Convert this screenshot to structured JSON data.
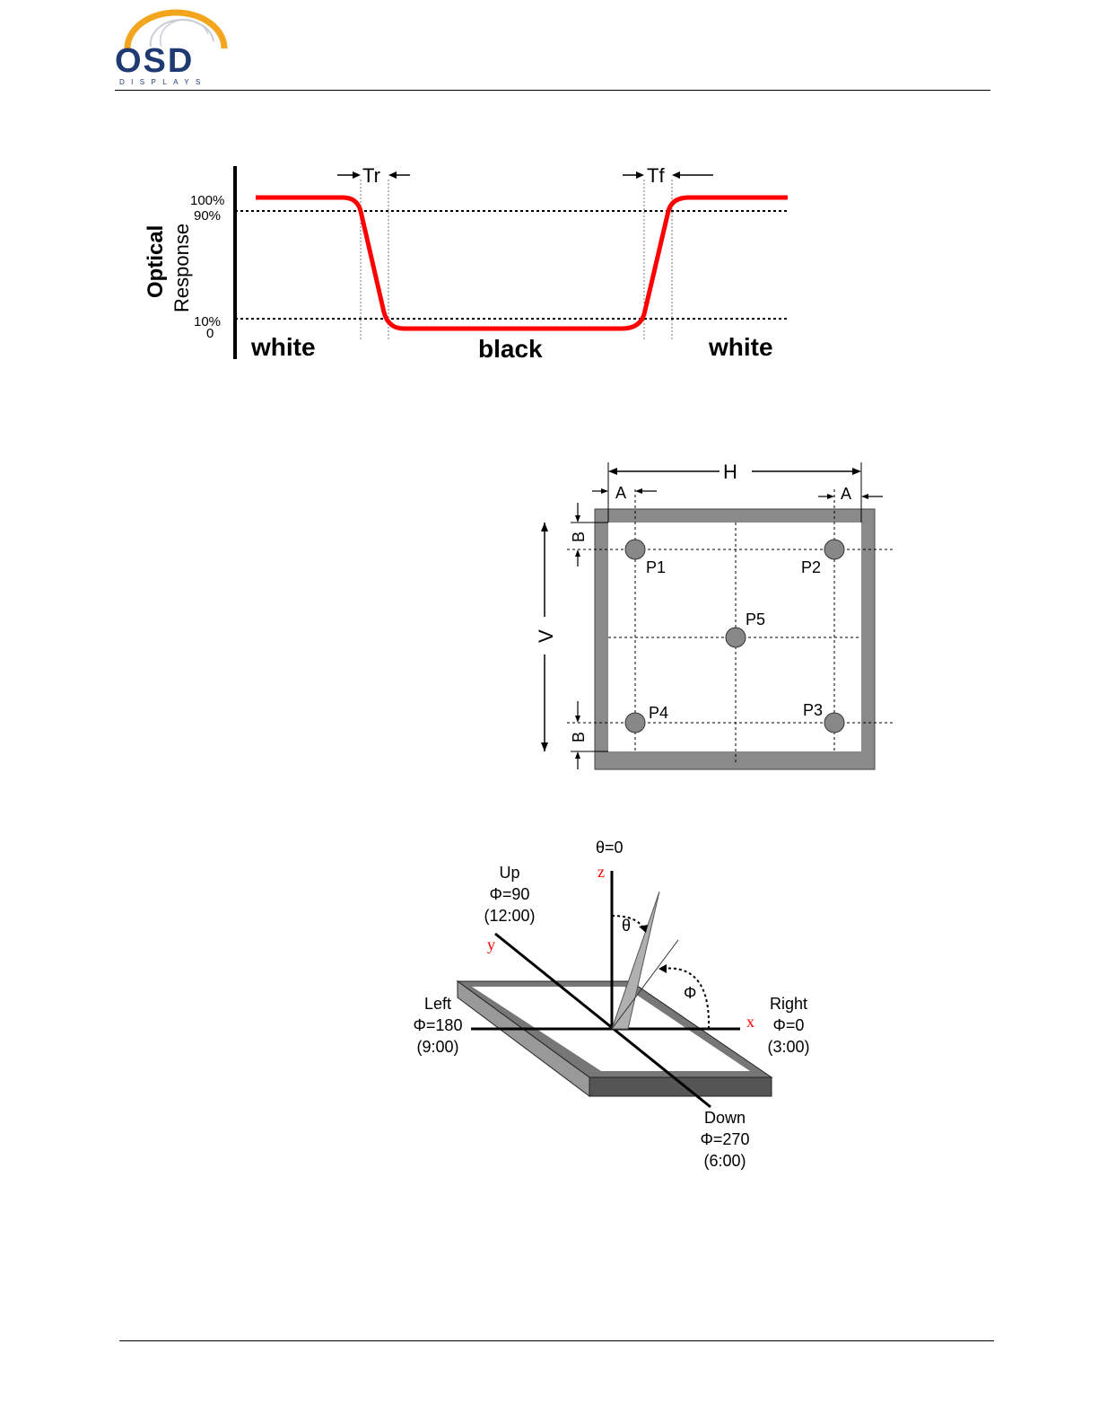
{
  "header": {
    "logo_main": "OSD",
    "logo_sub": "DISPLAYS",
    "logo_colors": {
      "text": "#1f3a73",
      "arc": "#f2a51d"
    }
  },
  "response_time_diagram": {
    "ylabel_line1": "Optical",
    "ylabel_line2": "Response",
    "tick_100": "100%",
    "tick_90": "90%",
    "tick_10": "10%",
    "tick_0": "0",
    "rise_label": "Tr",
    "fall_label": "Tf",
    "region_left": "white",
    "region_middle": "black",
    "region_right": "white",
    "curve_color": "#ff0000"
  },
  "measurement_points_diagram": {
    "width_label": "H",
    "height_label": "V",
    "margin_a_left": "A",
    "margin_a_right": "A",
    "margin_b_top": "B",
    "margin_b_bottom": "B",
    "points": [
      "P1",
      "P2",
      "P3",
      "P4",
      "P5"
    ]
  },
  "viewing_angle_diagram": {
    "theta_zero": "θ=0",
    "z_axis": "z",
    "y_axis": "y",
    "x_axis": "x",
    "theta": "θ",
    "phi": "Φ",
    "up": {
      "name": "Up",
      "angle": "Φ=90",
      "clock": "(12:00)"
    },
    "left": {
      "name": "Left",
      "angle": "Φ=180",
      "clock": "(9:00)"
    },
    "right": {
      "name": "Right",
      "angle": "Φ=0",
      "clock": "(3:00)"
    },
    "down": {
      "name": "Down",
      "angle": "Φ=270",
      "clock": "(6:00)"
    },
    "axis_label_color": "#ff0000"
  }
}
